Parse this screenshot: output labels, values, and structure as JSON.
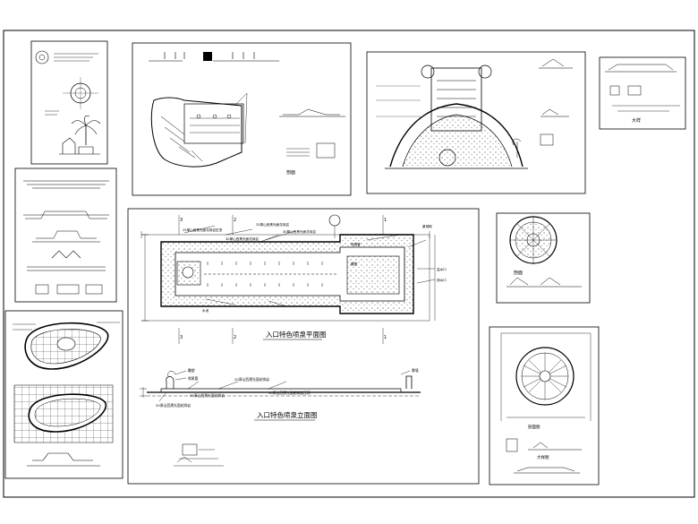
{
  "main_plan": {
    "title": "入口特色喷泉平面图",
    "axis_labels": [
      "3",
      "2",
      "1"
    ],
    "callouts": [
      "25厚山西黑光面花岗岩压顶",
      "30厚山西黑光面花岗岩",
      "25厚山西黑光面花岗岩",
      "30厚山西黑光面花岗岩",
      "喷泉管",
      "雕塑",
      "景观砌",
      "溢水口",
      "排水口",
      "水池"
    ]
  },
  "main_elevation": {
    "title": "入口特色喷泉立面图",
    "callouts": [
      "雕塑",
      "喷泉管",
      "30厚山西黑光面花岗岩",
      "20厚山西黑光面花岗岩",
      "30厚山西黑光面花岗岩压顶",
      "景墙",
      "20厚山西黑光面花岗岩"
    ]
  },
  "minor_labels": {
    "small_top": "剖面",
    "detail": "大样",
    "circle_section": "剖面",
    "right_bottom_a": "剖面图",
    "right_bottom_b": "大样图"
  },
  "colors": {
    "line": "#000000",
    "paper": "#ffffff",
    "hatch": "#555555"
  }
}
